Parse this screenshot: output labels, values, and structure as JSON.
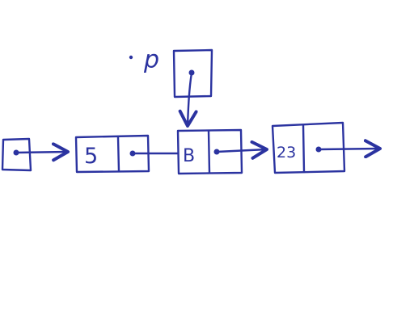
{
  "ink_color": "#2b33a0",
  "pointer": {
    "label": "p"
  },
  "nodes": [
    {
      "value": "5"
    },
    {
      "value": "B"
    },
    {
      "value": "23"
    }
  ]
}
